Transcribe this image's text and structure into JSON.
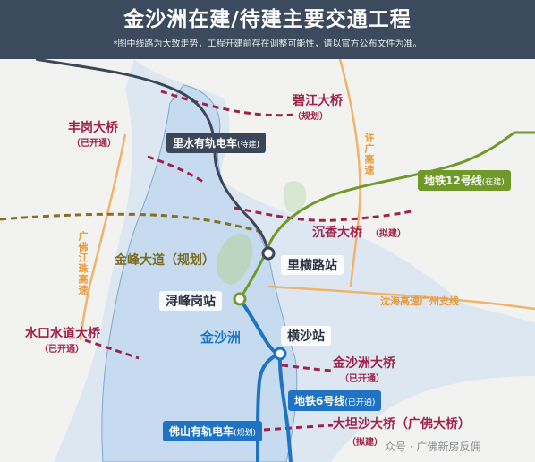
{
  "header": {
    "title": "金沙洲在建/待建主要交通工程",
    "note": "*图中线路为大致走势，工程开建前存在调整可能性，请以官方公布文件为准。"
  },
  "bridges": {
    "bijiang": {
      "name": "碧江大桥",
      "status": "（规划）"
    },
    "fenggang": {
      "name": "丰岗大桥",
      "status": "（已开通）"
    },
    "chenxiang": {
      "name": "沉香大桥",
      "status": "（拟建）"
    },
    "shuikou": {
      "name": "水口水道大桥",
      "status": "（已开通）"
    },
    "jinshazhou": {
      "name": "金沙洲大桥",
      "status": "（已开通）"
    },
    "datansha": {
      "name": "大坦沙大桥（广佛大桥）",
      "status": "（拟建）"
    }
  },
  "roads": {
    "jinfeng": "金峰大道（规划）",
    "xuguang": "许广高速",
    "guangfojiang": "广佛江珠高速",
    "shenhai": "沈海高速广州支线"
  },
  "lines": {
    "lishui_tram": {
      "name": "里水有轨电车",
      "status": "(待建)",
      "color": "#3b4658"
    },
    "metro12": {
      "name": "地铁12号线",
      "status": "(在建)",
      "color": "#6f9a2a"
    },
    "metro6": {
      "name": "地铁6号线",
      "status": "(已开通)",
      "color": "#1f73c2"
    },
    "foshan_tram": {
      "name": "佛山有轨电车",
      "status": "(规划)",
      "color": "#1f73c2"
    }
  },
  "stations": {
    "lihenglu": "里横路站",
    "xunfenggang": "浔峰岗站",
    "hengsha": "横沙站"
  },
  "areas": {
    "jinshazhou": "金沙洲"
  },
  "watermark": "众号 · 广佛新房反佣",
  "colors": {
    "header_bg": "#3c4a5e",
    "bridge_red": "#a0224a",
    "road_orange": "#e89a3a",
    "island_fill": "#cfe0f0",
    "river": "#dfe8f2"
  }
}
